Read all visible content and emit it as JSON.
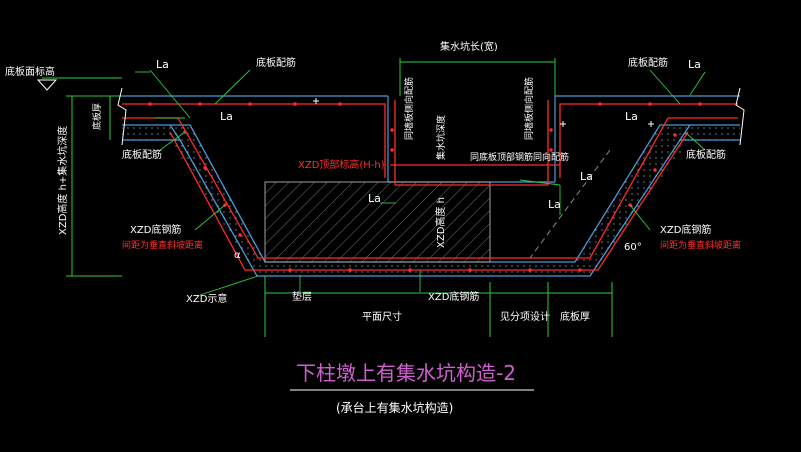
{
  "drawing": {
    "title": "下柱墩上有集水坑构造-2",
    "subtitle": "(承台上有集水坑构造)",
    "colors": {
      "background": "#000000",
      "slab": "#4a9ad8",
      "rebar": "#ff2a2a",
      "dimension": "#2ecc40",
      "text": "#ffffff",
      "title": "#d060d0",
      "hatch": "#a0a0a0"
    }
  },
  "labels": {
    "pit_length": "集水坑长(宽)",
    "left_elev": "底板面标高",
    "bottom_bar_left": "底板配筋",
    "bottom_bar_right": "底板配筋",
    "bottom_bar_left2": "底板配筋",
    "bottom_bar_right2": "底板配筋",
    "la_1": "La",
    "la_2": "La",
    "la_3": "La",
    "la_4": "La",
    "la_5": "La",
    "la_6": "La",
    "la_7": "La",
    "same_wall_1": "同墙板侧向配筋",
    "same_wall_2": "同墙板侧向配筋",
    "pit_depth": "集水坑深度",
    "same_top": "同底板顶部钢筋同向配筋",
    "xzd_top": "XZD顶部标高(H-h)",
    "xzd_height": "XZD高度 h",
    "xzd_bottom_left": "XZD底钢筋",
    "xzd_bottom_right": "XZD底钢筋",
    "xzd_bottom_mid": "XZD底钢筋",
    "red_note_left": "间距为垂直斜坡距离",
    "red_note_right": "间距为垂直斜坡距离",
    "xzd_width": "XZD示意",
    "cushion": "垫层",
    "plan_size": "平面尺寸",
    "per_design": "见分项设计",
    "slab_thk": "底板厚",
    "left_dim": "XZD高度 h+集水坑深度",
    "left_thk": "底板厚",
    "angle": "60°",
    "alpha": "α"
  }
}
